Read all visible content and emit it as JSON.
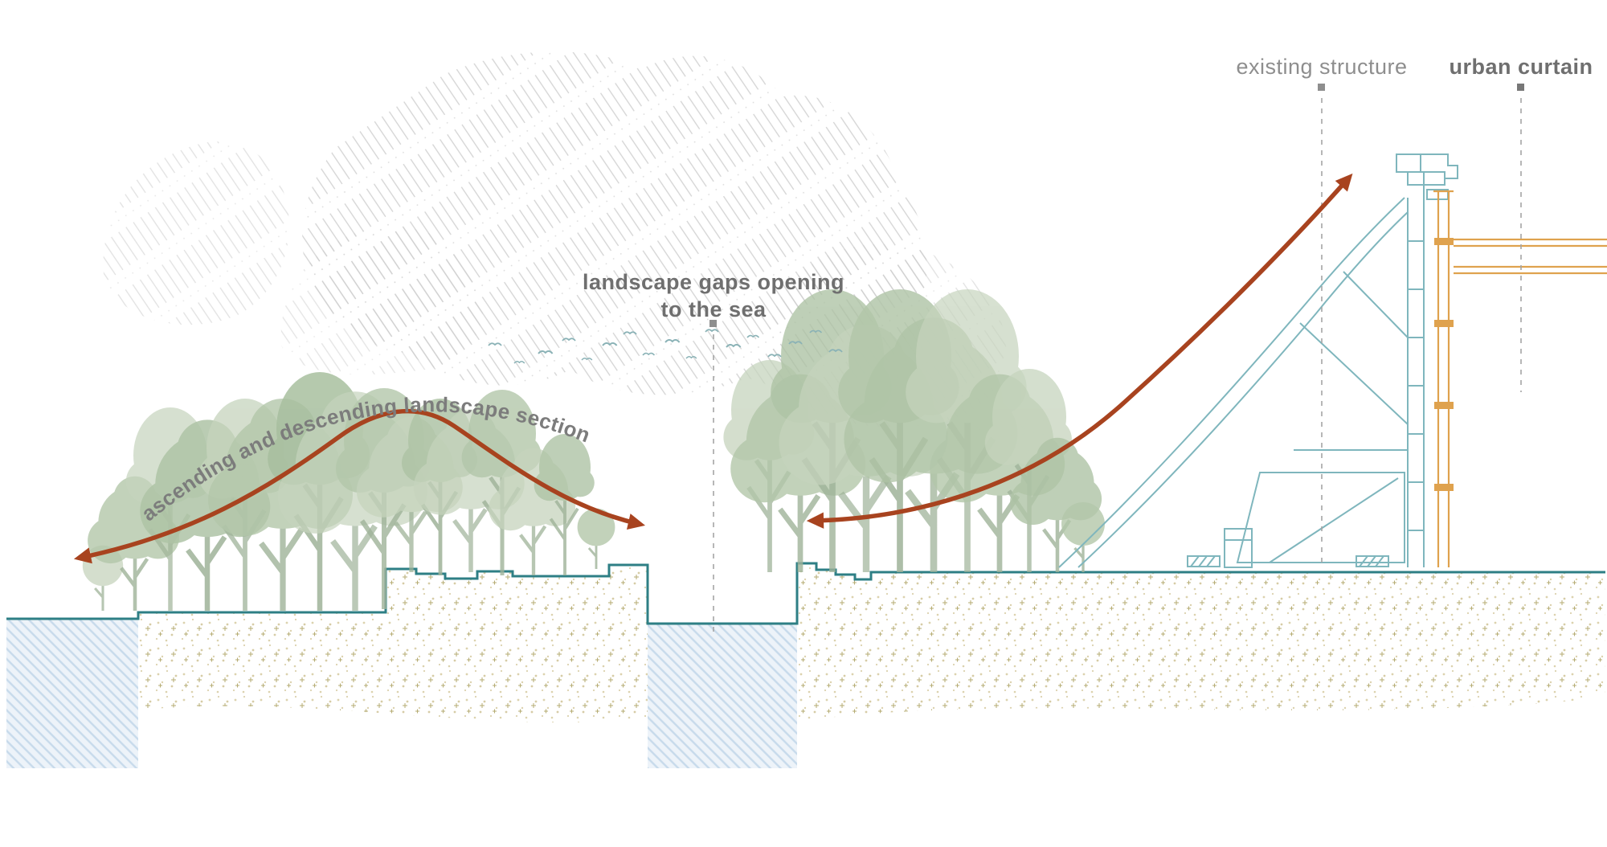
{
  "diagram": {
    "annotations": {
      "landscape_section_label": "ascending and descending landscape section",
      "gap_label_line1": "landscape gaps opening",
      "gap_label_line2": "to the sea",
      "existing_structure_label": "existing structure",
      "urban_curtain_label": "urban curtain"
    },
    "colors": {
      "arrow_red": "#A8431F",
      "ground_teal": "#2E7F85",
      "structure_teal": "#7FB6BD",
      "curtain_orange": "#DFA24E",
      "tree_green": "#B9CBB0",
      "water_blue": "#D3E3F0",
      "hatch_gray": "#C8C8C8",
      "label_gray": "#8E8E8E",
      "label_dark_gray": "#6F6F6F"
    }
  }
}
